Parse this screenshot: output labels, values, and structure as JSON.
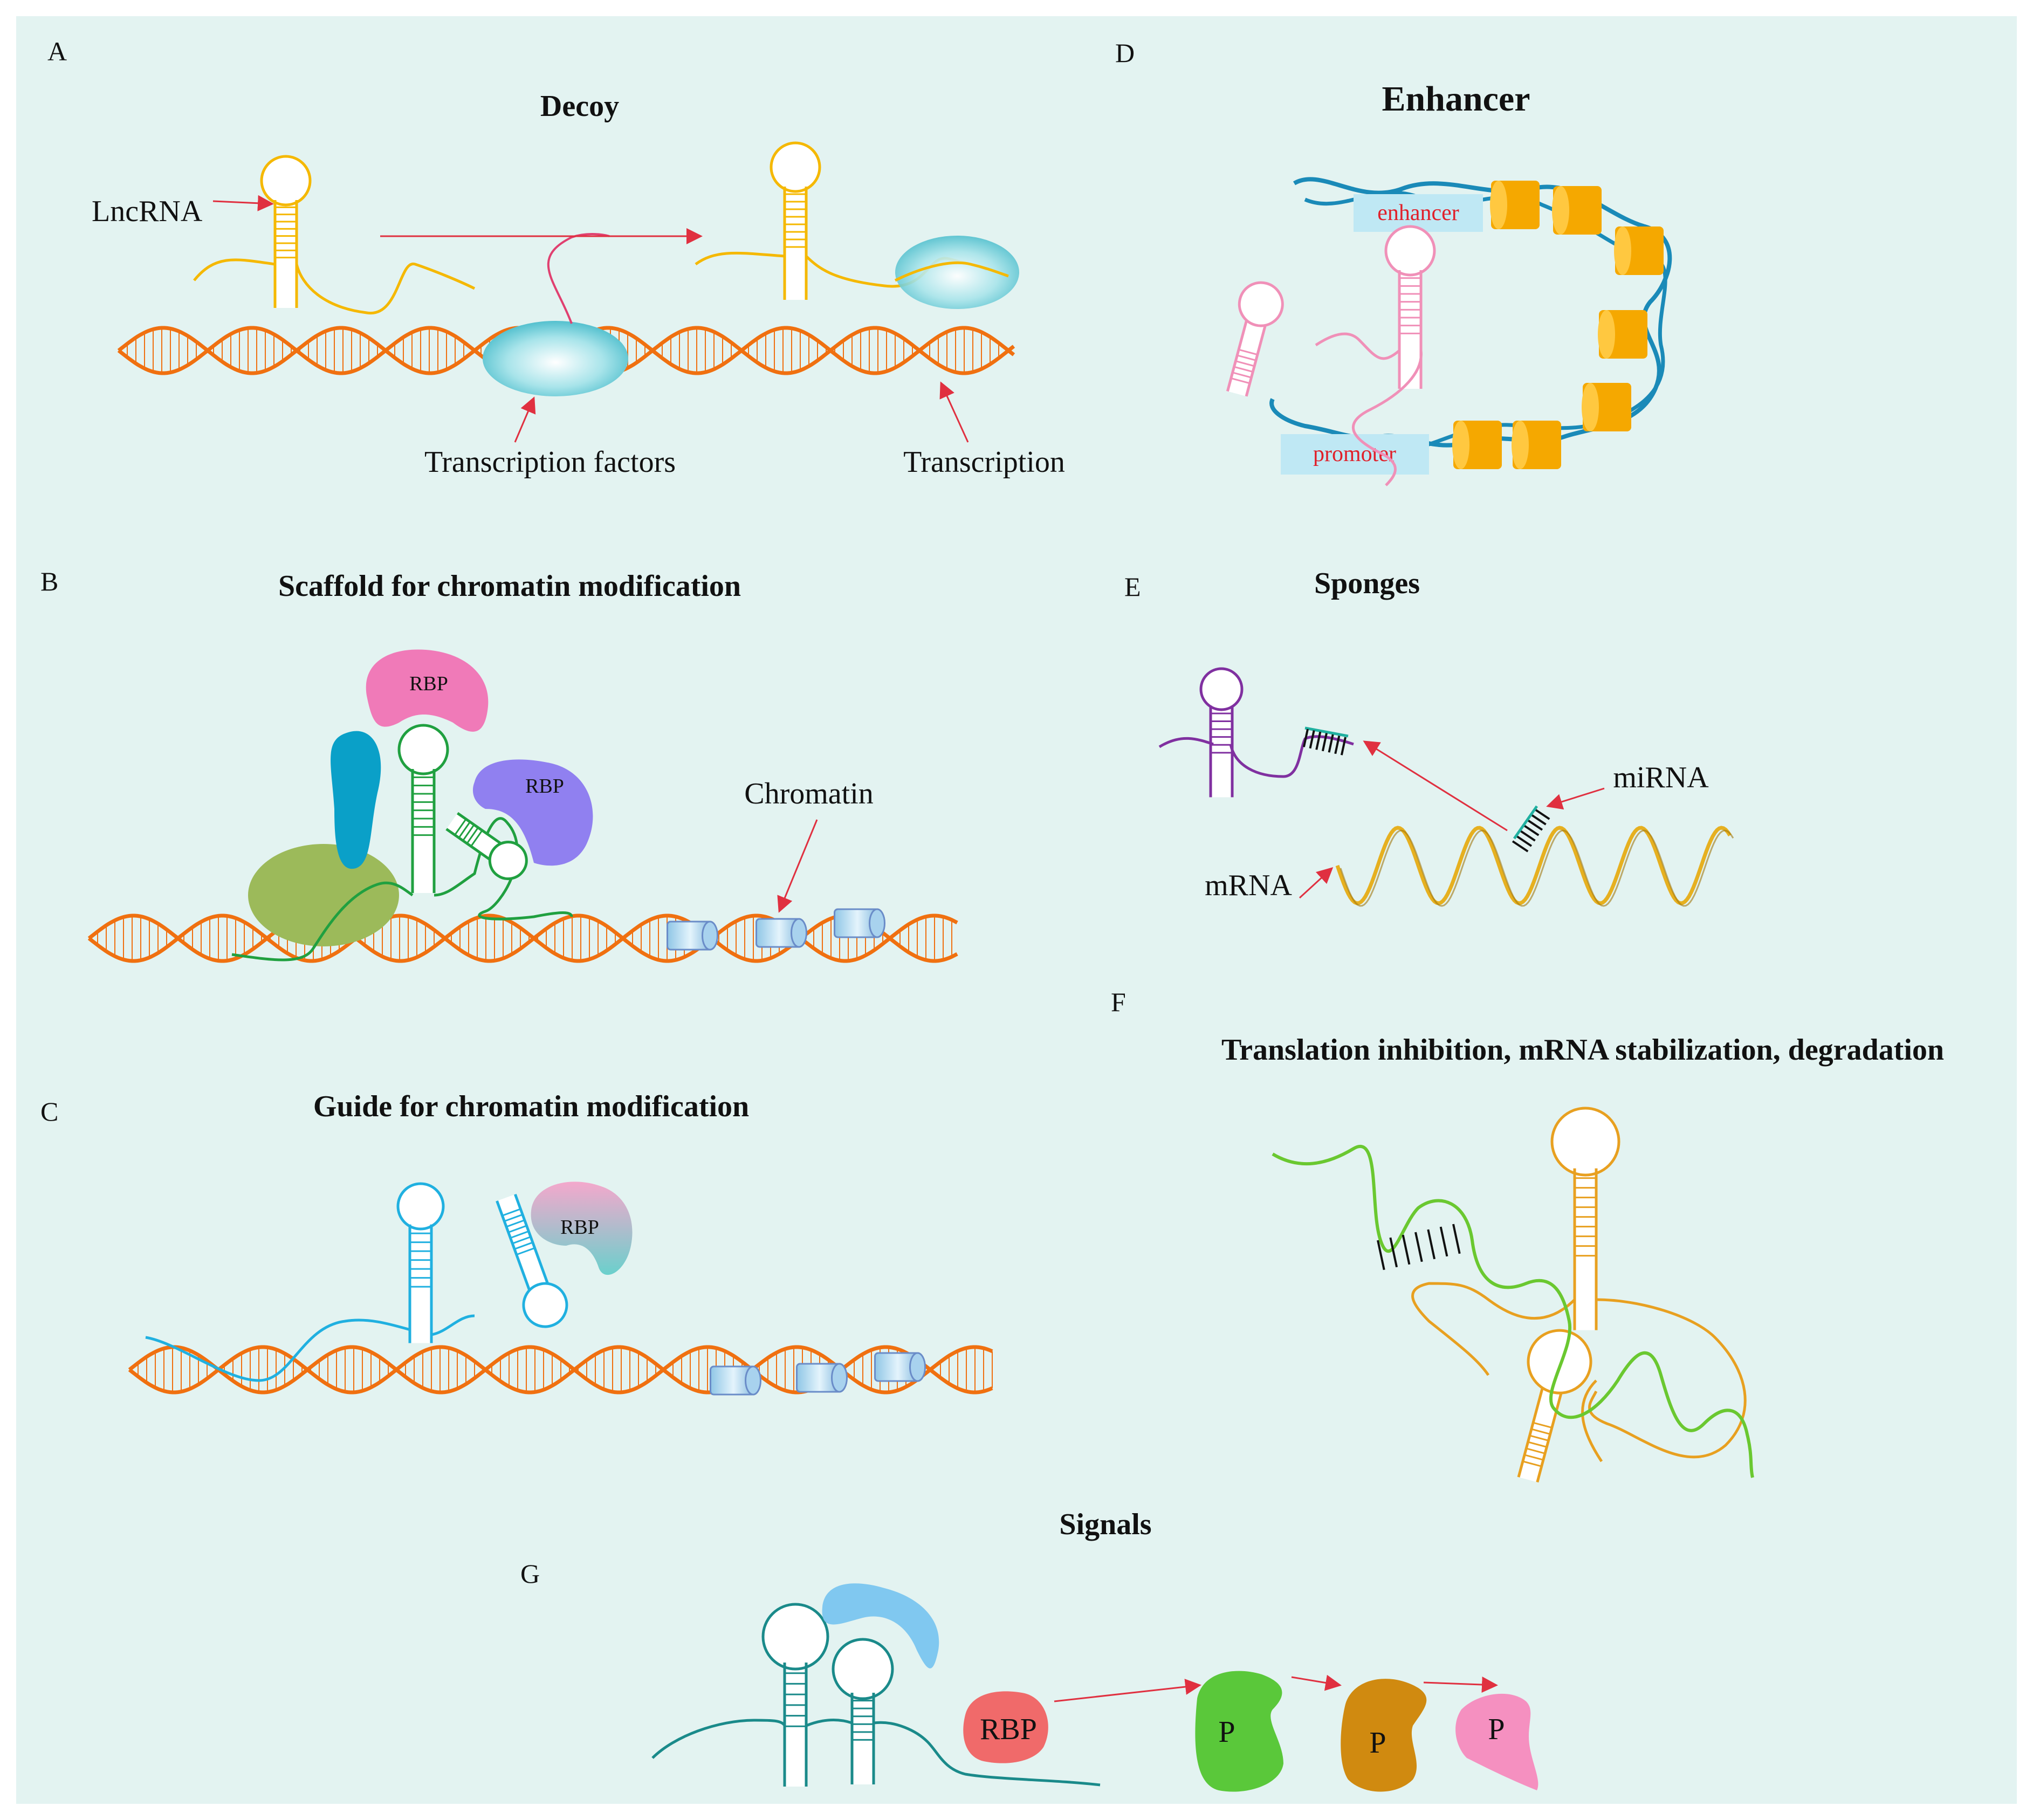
{
  "colors": {
    "background": "#e3f3f1",
    "dna": "#f07010",
    "lncrna_yellow": "#f5b800",
    "scaffold_green": "#20a040",
    "guide_blue": "#20b0e0",
    "chromatin_blue": "#2090c0",
    "nucleosome_orange": "#f5a800",
    "sponge_purple": "#8030a0",
    "mrna_gold": "#e6b020",
    "f_green": "#6ac830",
    "f_orange": "#e8a020",
    "signal_teal": "#1a8a8a",
    "arrow_red": "#e03040",
    "rbp_pink": "#f07ab8",
    "rbp_violet": "#9080f0",
    "rbp_red": "#f06a6a",
    "p_green": "#5ac83a",
    "p_brown": "#d08a10",
    "p_pink": "#f590c0"
  },
  "panels": {
    "a": {
      "letter": "A",
      "title": "Decoy",
      "lncrna_label": "LncRNA",
      "tf_label": "Transcription factors",
      "transcription_label": "Transcription"
    },
    "b": {
      "letter": "B",
      "title": "Scaffold for chromatin modification",
      "rbp1_label": "RBP",
      "rbp2_label": "RBP",
      "chromatin_label": "Chromatin"
    },
    "c": {
      "letter": "C",
      "title": "Guide for chromatin modification",
      "rbp_label": "RBP"
    },
    "d": {
      "letter": "D",
      "title": "Enhancer",
      "enhancer_label": "enhancer",
      "promoter_label": "promoter"
    },
    "e": {
      "letter": "E",
      "title": "Sponges",
      "mirna_label": "miRNA",
      "mrna_label": "mRNA"
    },
    "f": {
      "letter": "F",
      "title": "Translation inhibition, mRNA stabilization, degradation"
    },
    "g": {
      "letter": "G",
      "title": "Signals",
      "rbp_label": "RBP",
      "p1_label": "P",
      "p2_label": "P",
      "p3_label": "P"
    }
  }
}
